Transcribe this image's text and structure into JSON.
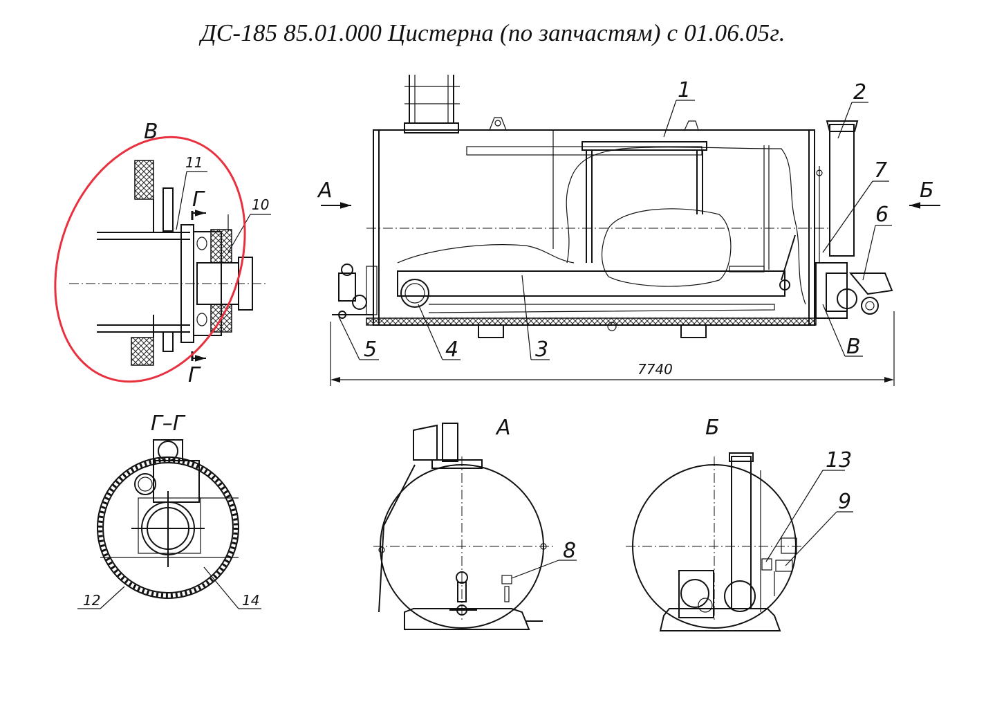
{
  "title": "ДС-185 85.01.000 Цистерна  (по запчастям) с 01.06.05г.",
  "views": {
    "detail_v": "В",
    "section_gg": "Г–Г",
    "view_a": "А",
    "view_b": "Б"
  },
  "section_marks": {
    "g_top": "Г",
    "g_bottom": "Г"
  },
  "direction_marks": {
    "a": "А",
    "b": "Б",
    "v": "В"
  },
  "dimension": "7740",
  "callouts": {
    "c1": "1",
    "c2": "2",
    "c3": "3",
    "c4": "4",
    "c5": "5",
    "c6": "6",
    "c7": "7",
    "c8": "8",
    "c9": "9",
    "c10": "10",
    "c11": "11",
    "c12": "12",
    "c13": "13",
    "c14": "14"
  },
  "highlight_color": "#e8303f"
}
